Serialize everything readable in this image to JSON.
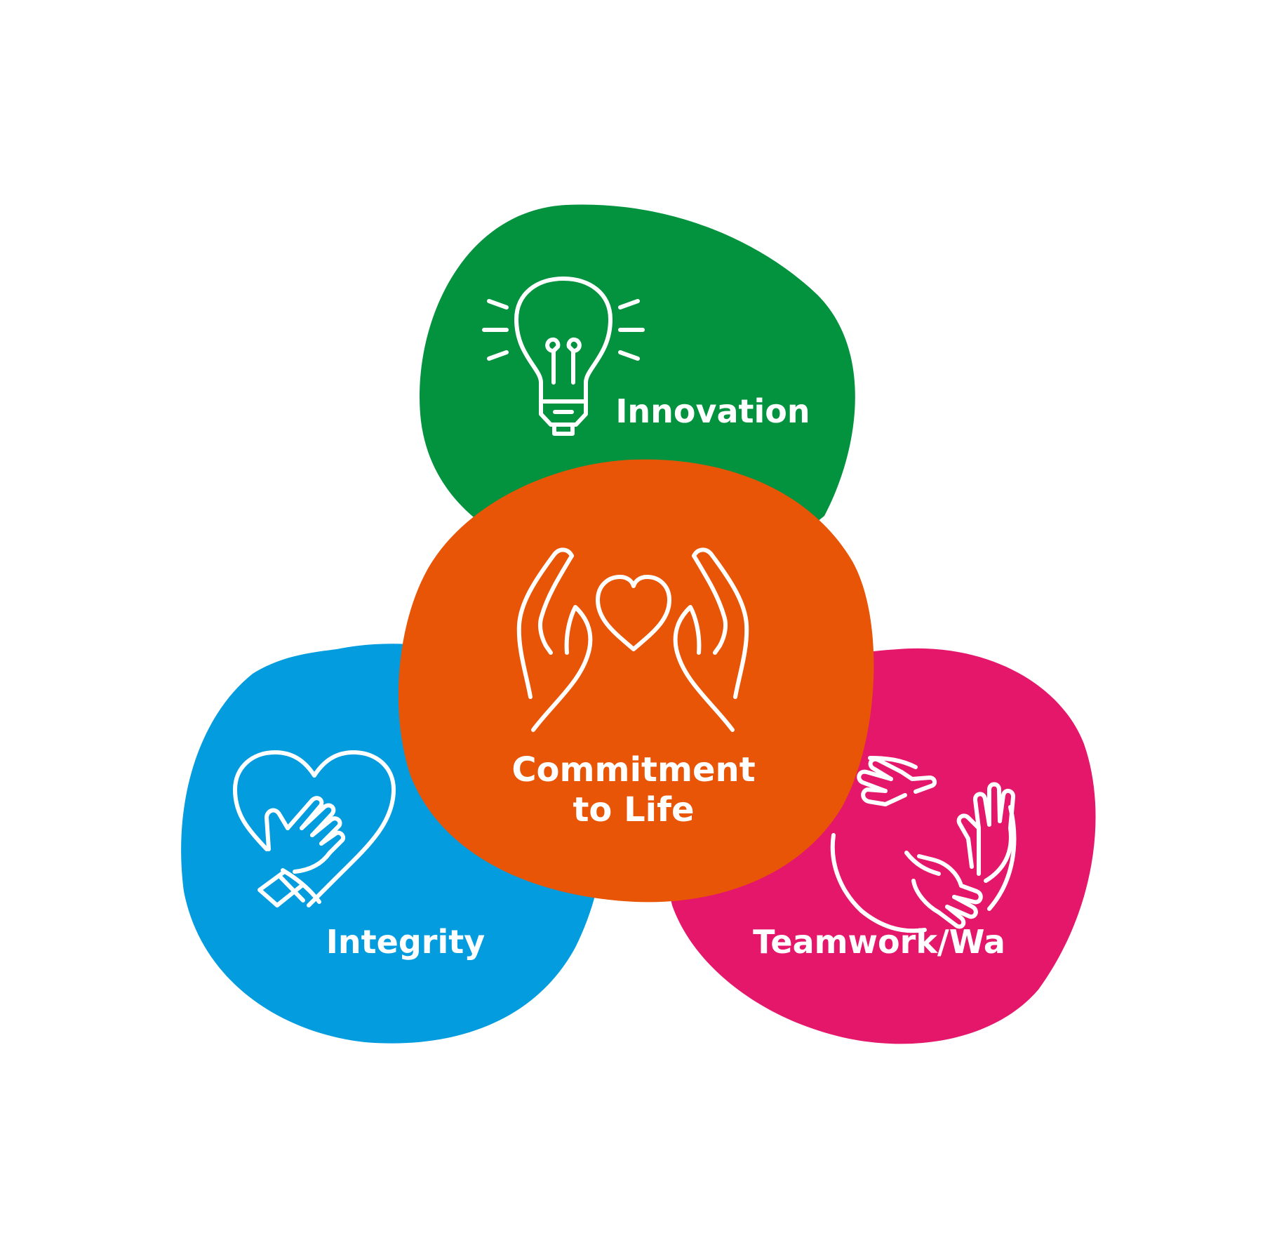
{
  "values": {
    "innovation": {
      "label": "Innovation",
      "color": "#03923E",
      "icon": "lightbulb-icon"
    },
    "integrity": {
      "label": "Integrity",
      "color": "#029CDF",
      "icon": "hand-heart-icon"
    },
    "teamwork": {
      "label": "Teamwork/Wa",
      "color": "#E4176B",
      "icon": "joined-hands-icon"
    },
    "commitment": {
      "label_line1": "Commitment",
      "label_line2": "to Life",
      "color": "#E95506",
      "icon": "hands-holding-heart-icon"
    }
  }
}
